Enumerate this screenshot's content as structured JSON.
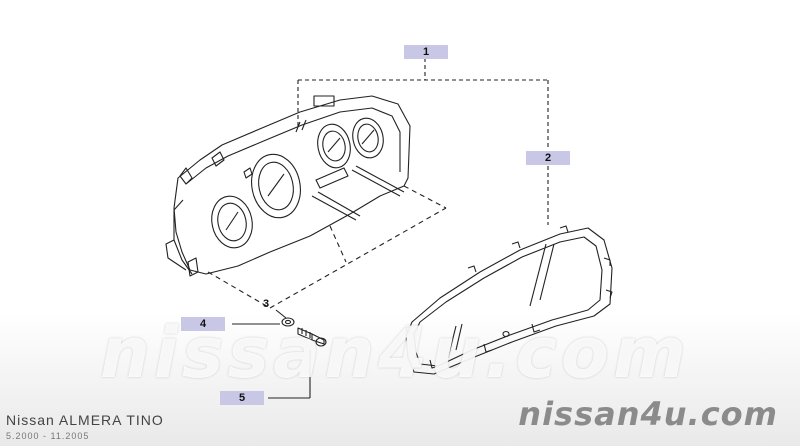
{
  "callouts": {
    "c1": "1",
    "c2": "2",
    "c3": "3",
    "c4": "4",
    "c5": "5"
  },
  "watermark": "nissan4u.com",
  "brand": "nissan4u.com",
  "vehicle": {
    "model": "Nissan ALMERA TINO",
    "years": "5.2000 - 11.2005"
  },
  "colors": {
    "callout_bg": "#c8c8e6",
    "line": "#222222"
  }
}
